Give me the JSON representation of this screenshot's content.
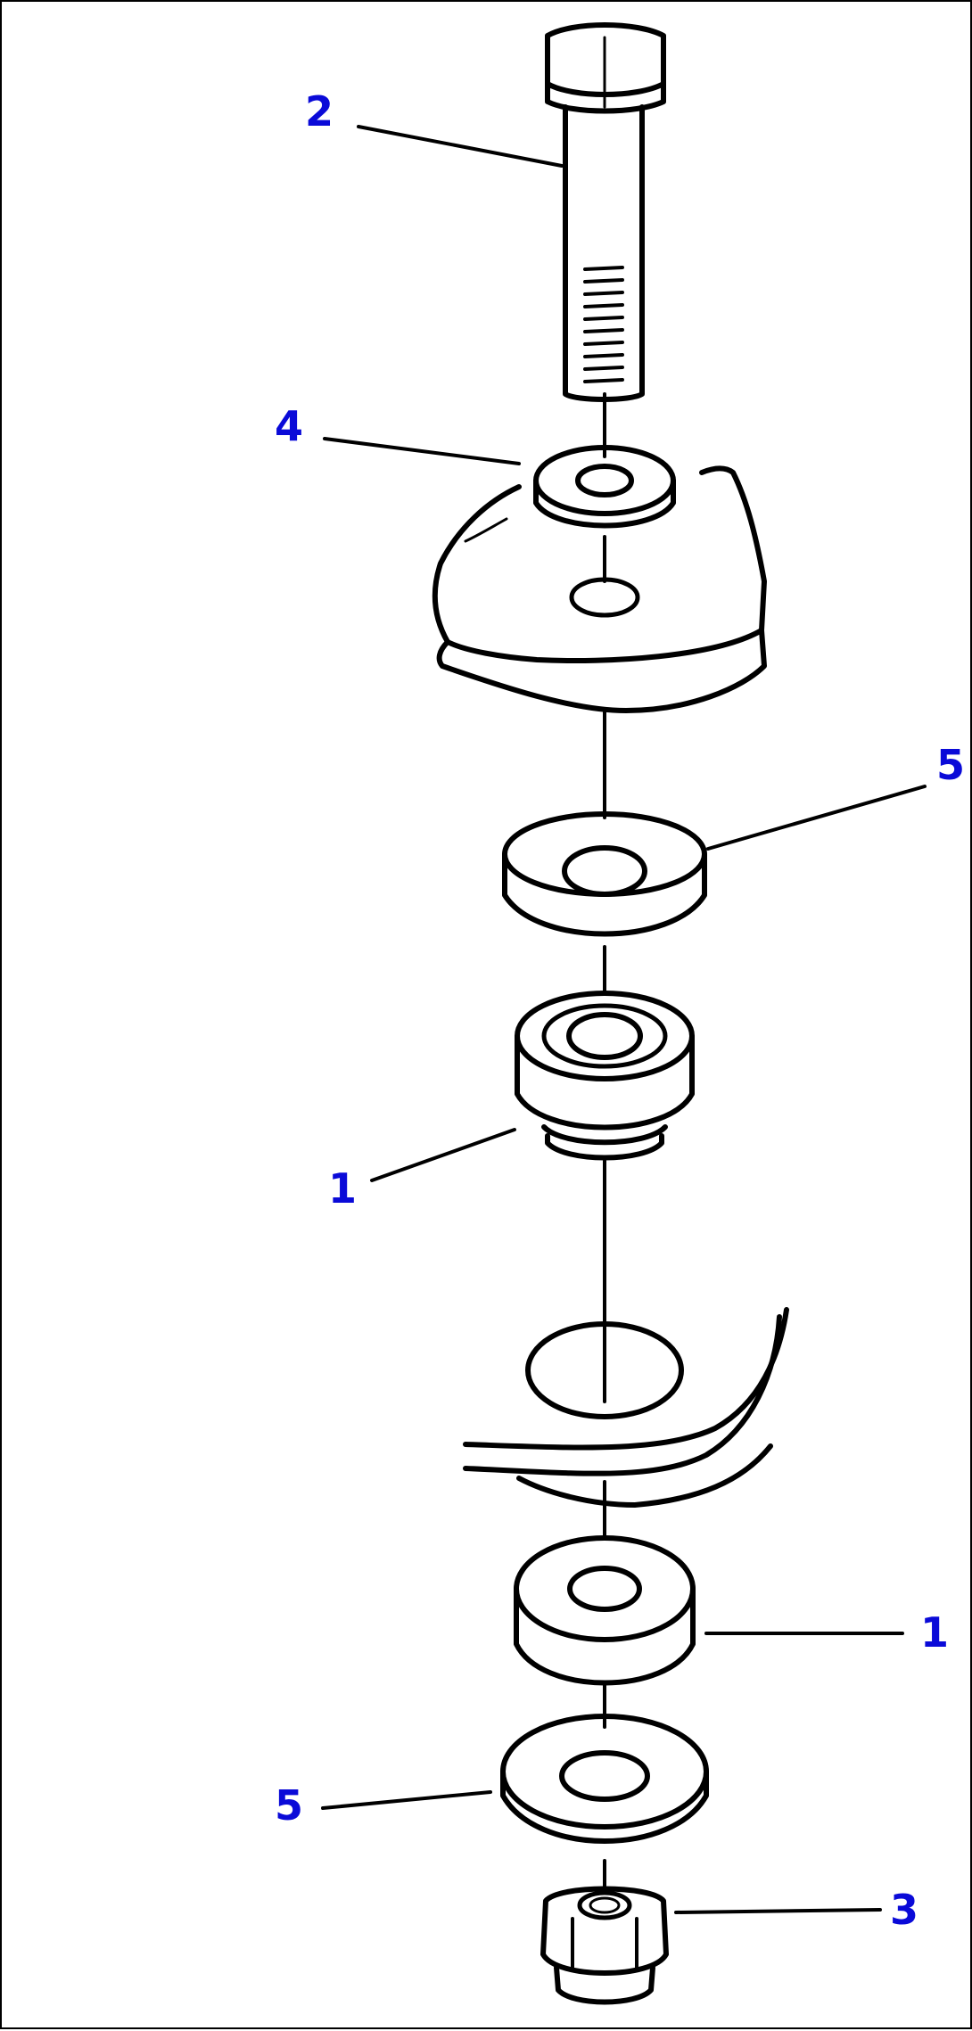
{
  "diagram": {
    "callouts": [
      {
        "id": "c-2",
        "label": "2"
      },
      {
        "id": "c-4",
        "label": "4"
      },
      {
        "id": "c-5a",
        "label": "5"
      },
      {
        "id": "c-1a",
        "label": "1"
      },
      {
        "id": "c-1b",
        "label": "1"
      },
      {
        "id": "c-5b",
        "label": "5"
      },
      {
        "id": "c-3",
        "label": "3"
      }
    ],
    "colors": {
      "line": "#000000",
      "callout": "#0a0ad8",
      "background": "#ffffff"
    }
  }
}
